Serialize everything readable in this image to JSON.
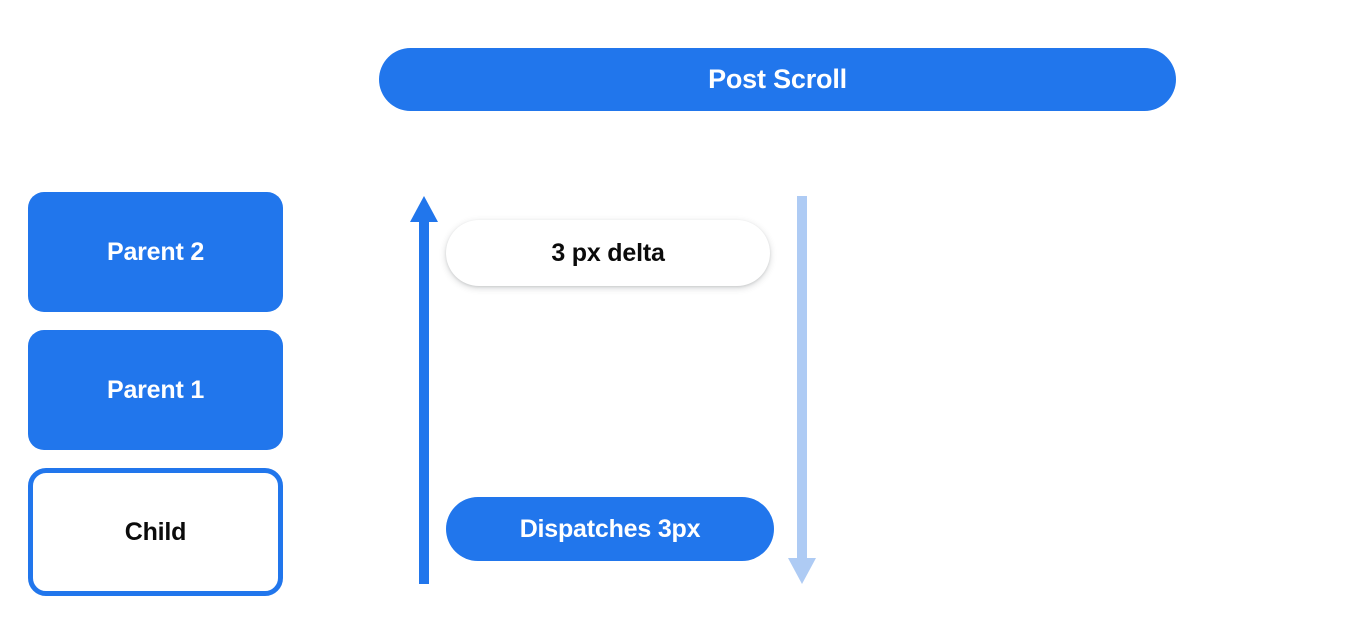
{
  "header": {
    "title": "Post Scroll",
    "bg_color": "#2176ec",
    "text_color": "#ffffff"
  },
  "nodes": [
    {
      "label": "Parent 2",
      "style": "filled",
      "fill": "#2176ec",
      "text_color": "#ffffff"
    },
    {
      "label": "Parent 1",
      "style": "filled",
      "fill": "#2176ec",
      "text_color": "#ffffff"
    },
    {
      "label": "Child",
      "style": "outlined",
      "fill": "#ffffff",
      "border_color": "#2176ec",
      "text_color": "#0b0b0b"
    }
  ],
  "arrows": [
    {
      "name": "scroll-up-arrow",
      "direction": "up",
      "color": "#2176ec",
      "icon": "arrow-up-icon"
    },
    {
      "name": "scroll-down-arrow",
      "direction": "down",
      "color": "#aecbf4",
      "icon": "arrow-down-icon"
    }
  ],
  "annotations": {
    "delta": {
      "label": "3 px delta",
      "bg_color": "#ffffff",
      "text_color": "#0b0b0b"
    },
    "dispatch": {
      "label": "Dispatches 3px",
      "bg_color": "#2176ec",
      "text_color": "#ffffff"
    }
  }
}
